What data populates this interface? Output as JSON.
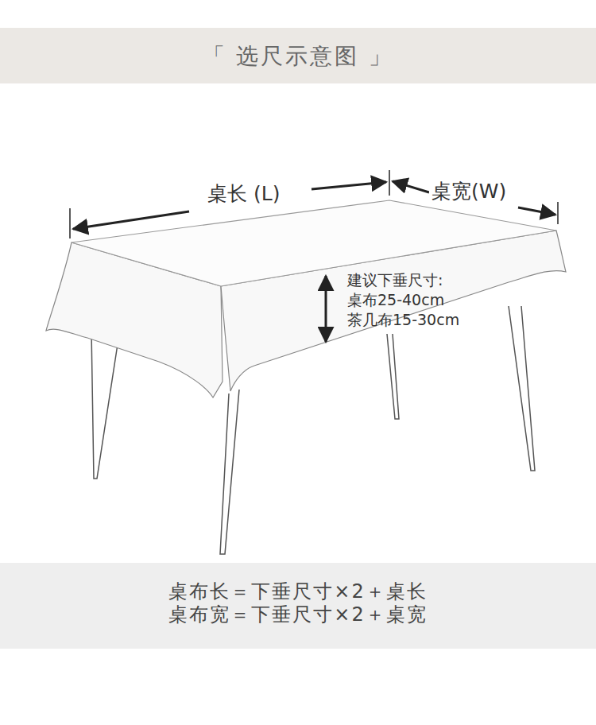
{
  "diagram": {
    "title": "「 选尺示意图 」",
    "labels": [
      "桌长 (L)",
      "桌宽(W)",
      "建议下垂尺寸:",
      "桌布25-40cm",
      "茶几布15-30cm",
      "桌布长＝下垂尺寸×2＋桌长",
      "桌布宽＝下垂尺寸×2＋桌宽"
    ]
  }
}
